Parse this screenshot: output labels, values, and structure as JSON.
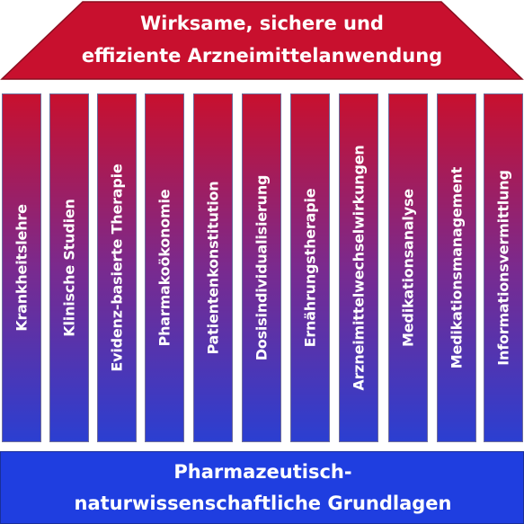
{
  "roof": {
    "line1": "Wirksame, sichere und",
    "line2": "effiziente Arzneimittelanwendung",
    "color": "#c8102e"
  },
  "pillars": [
    "Krankheitslehre",
    "Klinische Studien",
    "Evidenz-basierte Therapie",
    "Pharmakoökonomie",
    "Patientenkonstitution",
    "Dosisindividualisierung",
    "Ernährungstherapie",
    "Arzneimittelwechselwirkungen",
    "Medikationsanalyse",
    "Medikationsmanagement",
    "Informationsvermittlung"
  ],
  "pillar_gradient": {
    "top": "#c8102e",
    "bottom": "#2b3fd1"
  },
  "base": {
    "line1": "Pharmazeutisch-",
    "line2": "naturwissenschaftliche Grundlagen",
    "color": "#1f3ee0"
  }
}
